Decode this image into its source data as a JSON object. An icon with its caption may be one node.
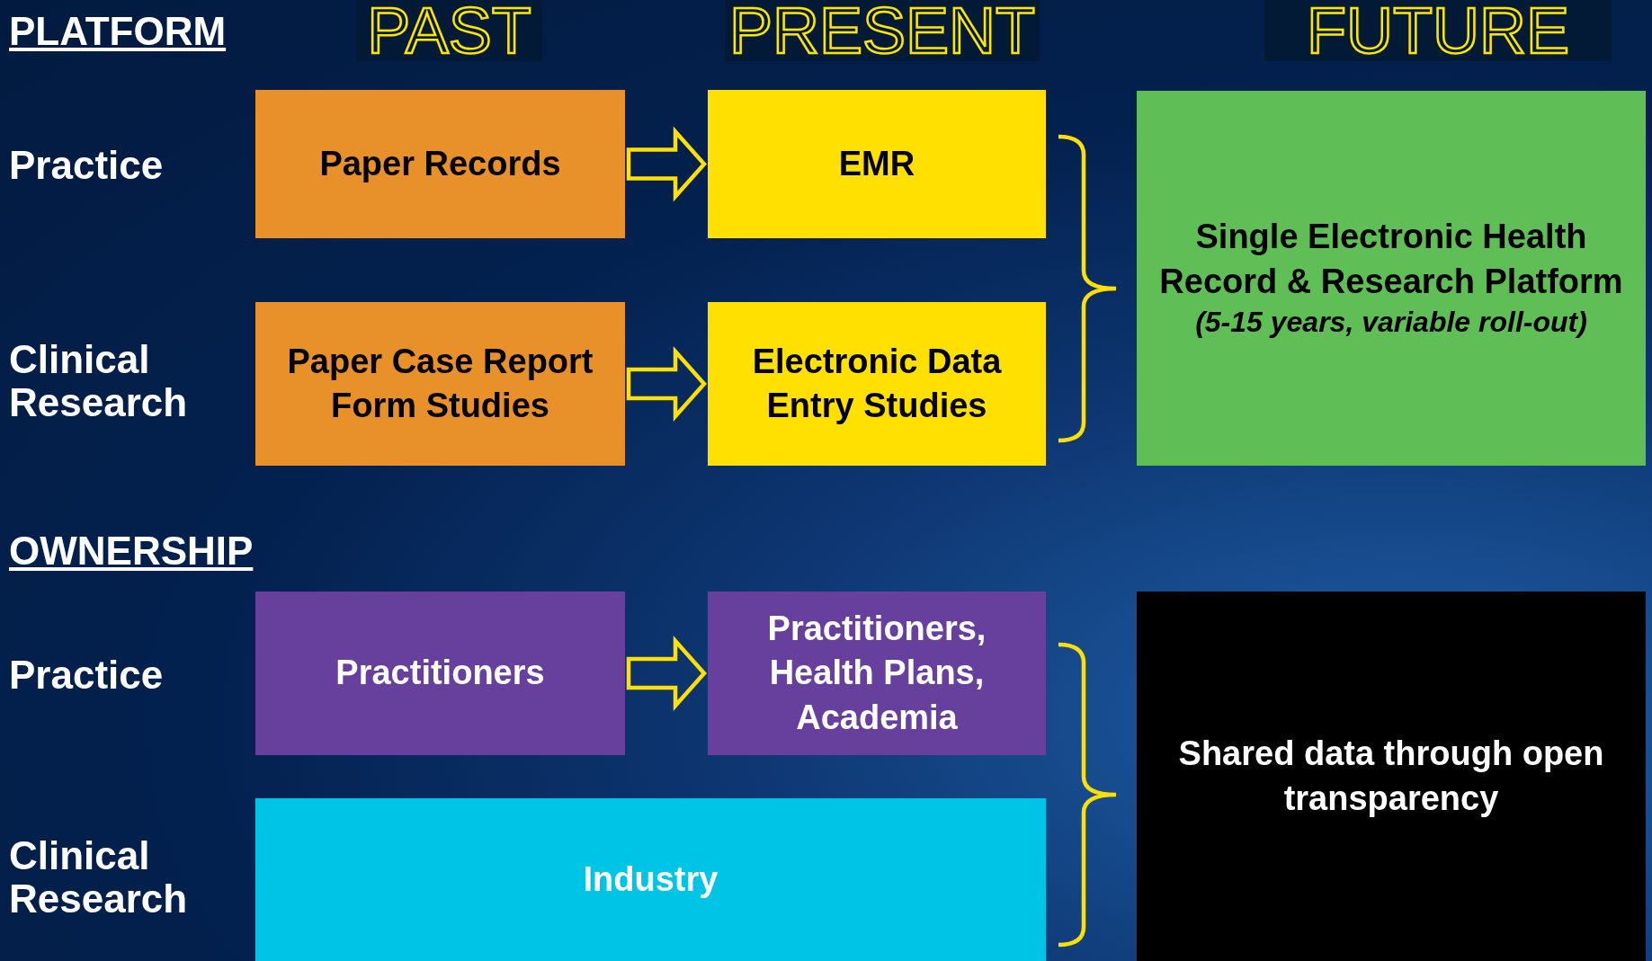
{
  "diagram": {
    "nodes": [
      {
        "text": [
          "Paper Records"
        ]
      },
      {
        "text": [
          "EMR"
        ]
      },
      {
        "text": [
          "Paper Case Report Form Studies"
        ]
      },
      {
        "text": [
          "Electronic Data Entry Studies"
        ]
      },
      {
        "text": [
          "Single Electronic Health Record & Research Platform",
          "(5-15 years, variable roll-out)"
        ]
      },
      {
        "text": [
          "Practitioners"
        ]
      },
      {
        "text": [
          "Practitioners, Health Plans, Academia"
        ]
      },
      {
        "text": [
          "Industry"
        ]
      },
      {
        "text": [
          "Shared data through open transparency"
        ]
      }
    ],
    "edges": [
      {
        "from": 0,
        "to": 1,
        "arrow": "to"
      },
      {
        "from": 2,
        "to": 3,
        "arrow": "to"
      },
      {
        "from": 5,
        "to": 6,
        "arrow": "to"
      }
    ],
    "labels": [
      "PLATFORM",
      "PAST",
      "PRESENT",
      "FUTURE",
      "Practice",
      "Clinical Research",
      "OWNERSHIP",
      "Practice",
      "Clinical Research"
    ]
  }
}
